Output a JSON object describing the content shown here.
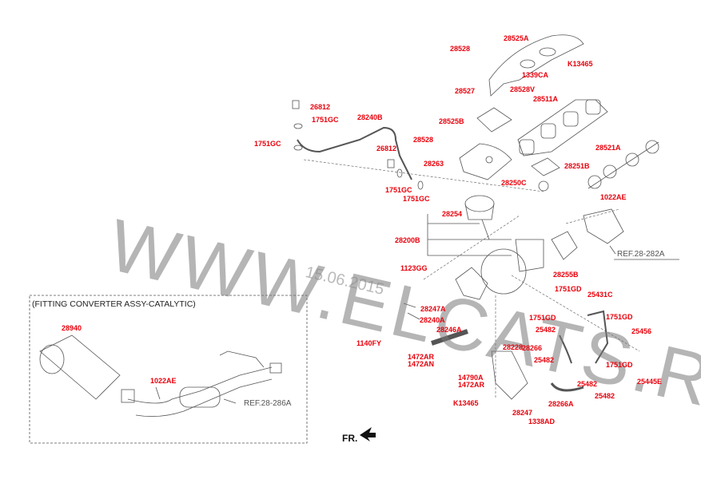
{
  "watermark": "WWW.ELCATS.RU",
  "date": "15.06.2015",
  "box_title": "(FITTING  CONVERTER ASSY-CATALYTIC)",
  "refs": {
    "turbo": "REF.28-282A",
    "converter": "REF.28-286A"
  },
  "front_label": "FR.",
  "part_labels": [
    "28528",
    "28525A",
    "K13465",
    "1339CA",
    "28527",
    "28528V",
    "28511A",
    "28525B",
    "28528",
    "28263",
    "28521A",
    "28251B",
    "28250C",
    "1022AE",
    "26812",
    "1751GC",
    "28240B",
    "1751GC",
    "26812",
    "1751GC",
    "1751GC",
    "28254",
    "28200B",
    "1123GG",
    "28255B",
    "1751GD",
    "25431C",
    "1751GD",
    "1751GD",
    "28247A",
    "28240A",
    "28246A",
    "25482",
    "25456",
    "1140FY",
    "28266",
    "28228",
    "1472AR",
    "1472AN",
    "25482",
    "1751GD",
    "14790A",
    "1472AR",
    "25482",
    "25445E",
    "25482",
    "K13465",
    "28266A",
    "28247",
    "1338AD",
    "28940",
    "1022AE"
  ],
  "colors": {
    "label": "#e8000b",
    "line": "#555555"
  }
}
